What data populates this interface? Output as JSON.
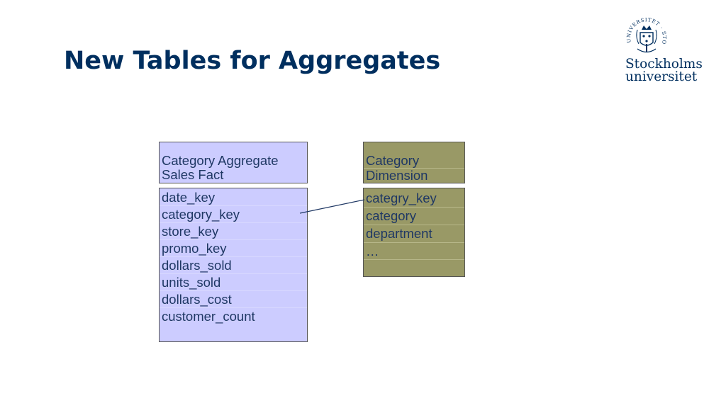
{
  "slide": {
    "title": "New Tables for Aggregates"
  },
  "logo": {
    "line1": "Stockholms",
    "line2": "universitet",
    "seal_text": "UNIVERSITET · STOCKHOLMS"
  },
  "fact_table": {
    "header": [
      "Category Aggregate",
      "Sales Fact"
    ],
    "fields": [
      "date_key",
      "category_key",
      "store_key",
      "promo_key",
      "dollars_sold",
      "units_sold",
      "dollars_cost",
      "customer_count"
    ],
    "color": "#ccccff"
  },
  "dimension_table": {
    "header": [
      "Category",
      "Dimension"
    ],
    "fields": [
      "categry_key",
      "category",
      "department",
      "…"
    ],
    "color": "#999966"
  },
  "relationship": {
    "from": "category_key",
    "to": "categry_key"
  }
}
